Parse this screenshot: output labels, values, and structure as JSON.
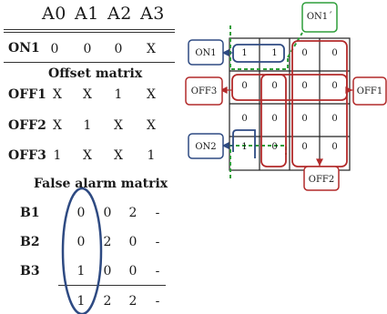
{
  "table": {
    "columns": [
      "A0",
      "A1",
      "A2",
      "A3"
    ],
    "on_row": {
      "label": "ON1",
      "values": [
        "0",
        "0",
        "0",
        "X"
      ]
    },
    "offset_title": "Offset matrix",
    "offset_rows": [
      {
        "label": "OFF1",
        "values": [
          "X",
          "X",
          "1",
          "X"
        ]
      },
      {
        "label": "OFF2",
        "values": [
          "X",
          "1",
          "X",
          "X"
        ]
      },
      {
        "label": "OFF3",
        "values": [
          "1",
          "X",
          "X",
          "1"
        ]
      }
    ],
    "false_alarm_title": "False alarm matrix",
    "false_alarm_rows": [
      {
        "label": "B1",
        "values": [
          "0",
          "0",
          "2",
          "-"
        ]
      },
      {
        "label": "B2",
        "values": [
          "0",
          "2",
          "0",
          "-"
        ]
      },
      {
        "label": "B3",
        "values": [
          "1",
          "0",
          "0",
          "-"
        ]
      }
    ],
    "sum_row": [
      "1",
      "2",
      "2",
      "-"
    ]
  },
  "kmap": {
    "cells": [
      [
        "1",
        "1",
        "0",
        "0"
      ],
      [
        "0",
        "0",
        "0",
        "0"
      ],
      [
        "0",
        "0",
        "0",
        "0"
      ],
      [
        "1",
        "0",
        "0",
        "0"
      ]
    ],
    "labels": {
      "on1": "ON1",
      "on1_prime": "ON1´",
      "off1": "OFF1",
      "off2": "OFF2",
      "off3": "OFF3",
      "on2": "ON2"
    },
    "colors": {
      "on": "#2e4a82",
      "off": "#b22a2a",
      "on_prime": "#2e9e3a"
    }
  }
}
